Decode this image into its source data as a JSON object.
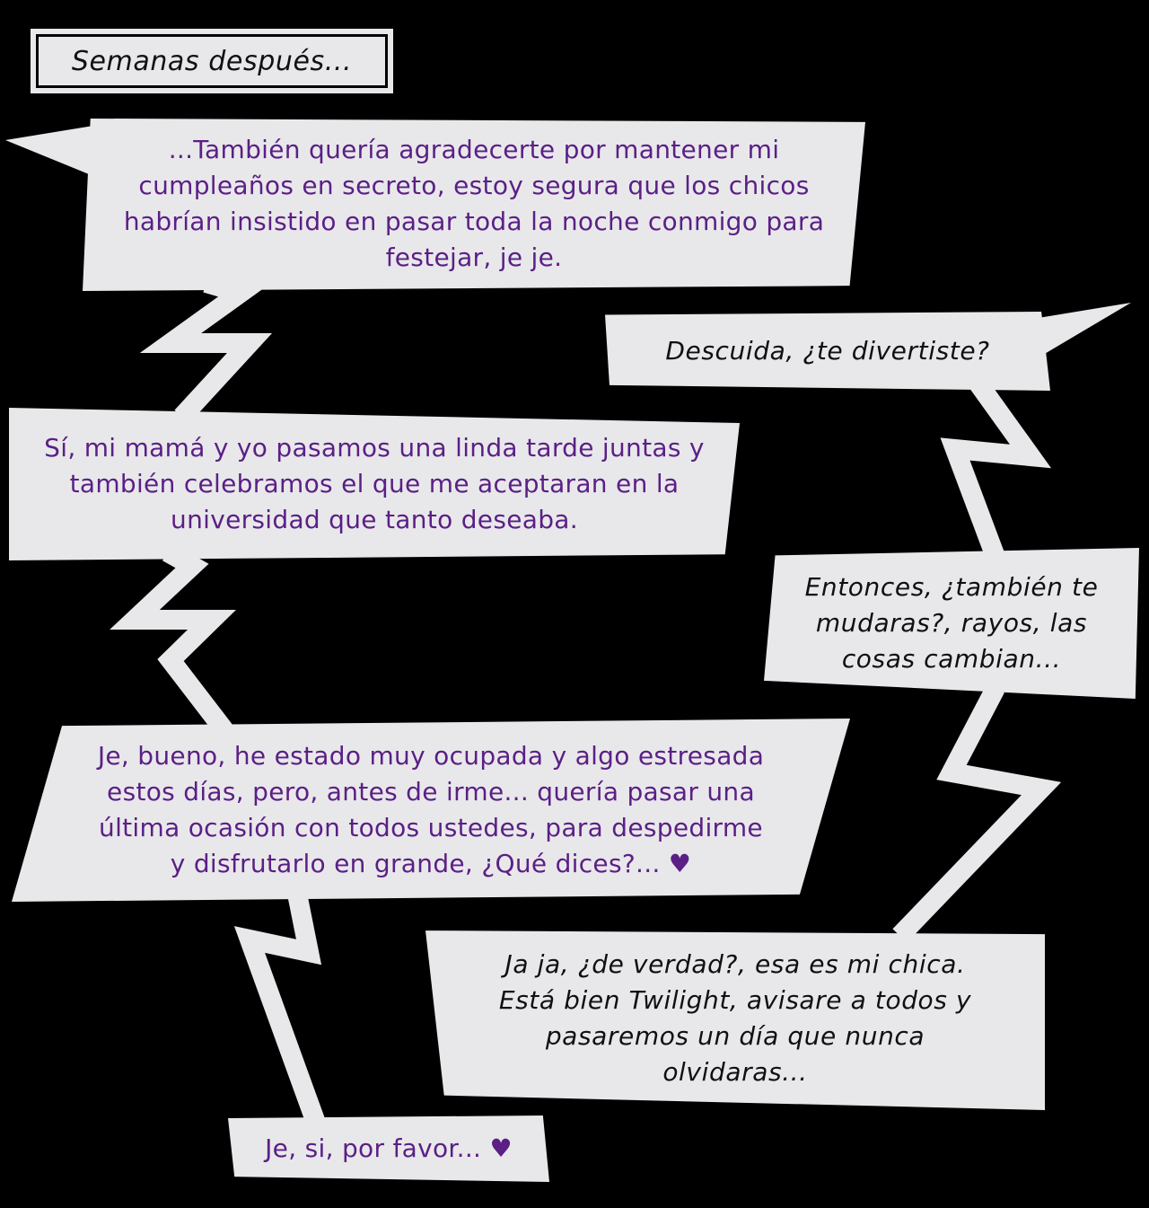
{
  "caption": {
    "text": "Semanas después..."
  },
  "bubbles": [
    {
      "speaker": "twilight",
      "text": "...También quería agradecerte por mantener mi\ncumpleaños en secreto, estoy segura que los chicos\nhabrían insistido en pasar toda la noche conmigo para\nfestejar, je je."
    },
    {
      "speaker": "friend",
      "text": "Descuida, ¿te divertiste?"
    },
    {
      "speaker": "twilight",
      "text": "Sí, mi mamá y yo pasamos una linda tarde juntas y\ntambién celebramos el que me aceptaran en la\nuniversidad que tanto deseaba."
    },
    {
      "speaker": "friend",
      "text": "Entonces, ¿también te\nmudaras?, rayos, las\ncosas cambian..."
    },
    {
      "speaker": "twilight",
      "text": "Je, bueno, he estado muy ocupada y algo estresada\nestos días, pero, antes de irme... quería pasar una\núltima ocasión con todos ustedes, para despedirme\ny disfrutarlo en grande, ¿Qué dices?... ♥"
    },
    {
      "speaker": "friend",
      "text": "Ja ja, ¿de verdad?, esa es mi chica.\nEstá bien Twilight, avisare a todos y\npasaremos un día que nunca\nolvidaras..."
    },
    {
      "speaker": "twilight",
      "text": "Je, si, por favor... ♥"
    }
  ],
  "colors": {
    "background": "#000000",
    "bubble_fill": "#e8e8ea",
    "twilight_text": "#5b1f86",
    "friend_text": "#101010"
  }
}
